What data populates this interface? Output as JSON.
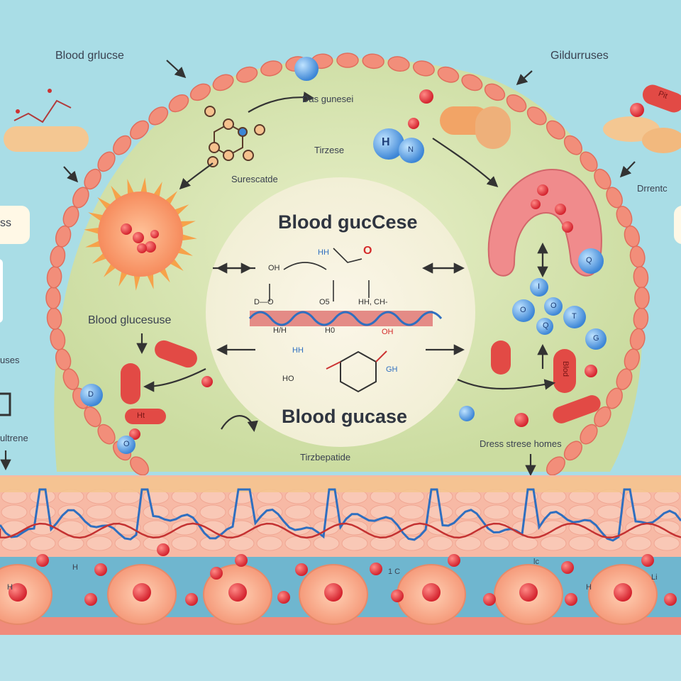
{
  "labels": {
    "top_left": "Blood grlucse",
    "top_right": "Gildurruses",
    "left_edge_1": "ss",
    "left_edge_2": "uses",
    "left_edge_3": "ultrene",
    "right_edge": "Drrentc",
    "title_top": "Blood gucCese",
    "title_bottom": "Blood gucase",
    "label_left": "Blood glucesuse",
    "label_das": "Das gunesei",
    "label_tirzese": "Tirzese",
    "label_surescatide": "Surescatde",
    "label_tirzepatide": "Tirzbepatide",
    "label_stress": "Dress strese homes",
    "bottom_h1": "H",
    "bottom_h2": "H",
    "bottom_h3": "1 C",
    "bottom_h4": "H",
    "bottom_h5": "Li",
    "bottom_lc": "lc",
    "right_tag": "Blod",
    "left_tag": "Ht",
    "pill_tag": "Pit"
  },
  "molecule_letters": {
    "h_big": "H",
    "n": "N",
    "o1": "O",
    "o2": "O",
    "o3": "O",
    "i": "I",
    "t": "T",
    "g": "G",
    "d": "D",
    "q": "Q",
    "q2": "Q"
  },
  "formula": {
    "hh1": "HH",
    "oh1": "OH",
    "o_red": "O",
    "do": "D—O",
    "o5": "O5",
    "hh_ch": "HH, CH-",
    "hh2": "HH",
    "lit": "H/H",
    "rt": "H0",
    "oh2": "OH",
    "gh": "GH",
    "ho": "HO"
  }
}
